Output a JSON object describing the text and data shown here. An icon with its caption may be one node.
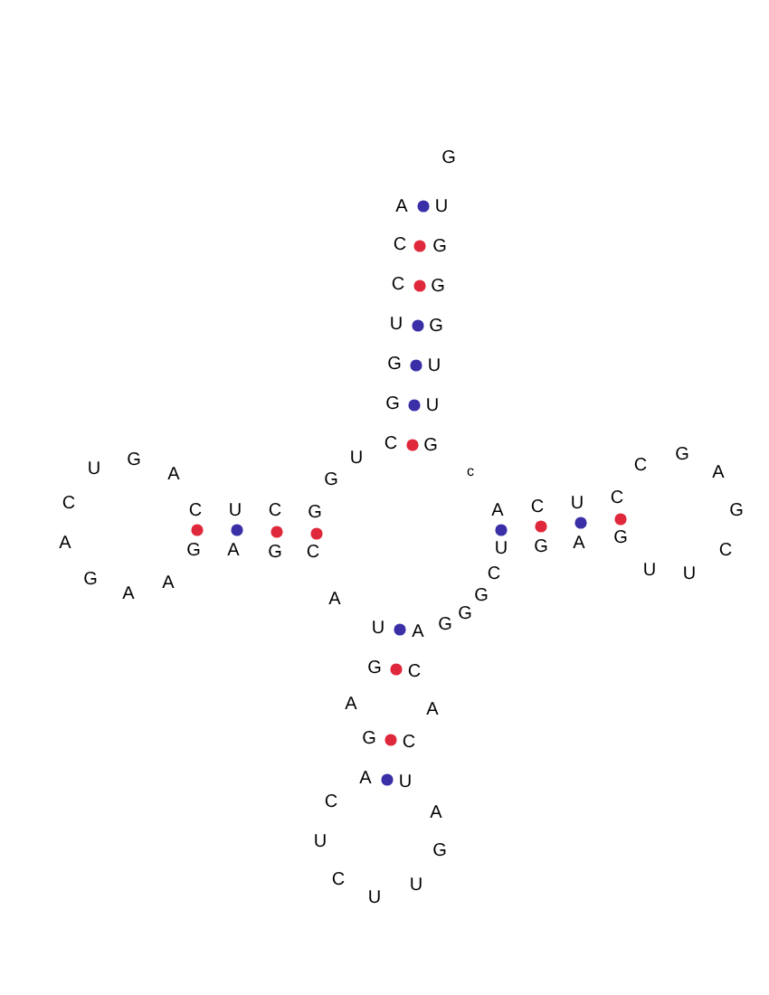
{
  "diagram": {
    "labels": [
      "G",
      "A",
      "U",
      "C",
      "G",
      "C",
      "G",
      "U",
      "G",
      "G",
      "U",
      "G",
      "U",
      "C",
      "G",
      "G",
      "U",
      "G",
      "C",
      "U",
      "c",
      "A",
      "A",
      "G",
      "C",
      "C",
      "U",
      "C",
      "C",
      "U",
      "C",
      "A",
      "G",
      "G",
      "G",
      "A",
      "A",
      "G",
      "U",
      "C",
      "G",
      "A",
      "G",
      "C",
      "U",
      "C",
      "U",
      "G",
      "A",
      "G",
      "A",
      "A",
      "G",
      "G",
      "U",
      "A",
      "G",
      "C",
      "A",
      "A",
      "G",
      "C",
      "A",
      "U",
      "C",
      "A",
      "U",
      "G",
      "C",
      "U",
      "U"
    ]
  }
}
